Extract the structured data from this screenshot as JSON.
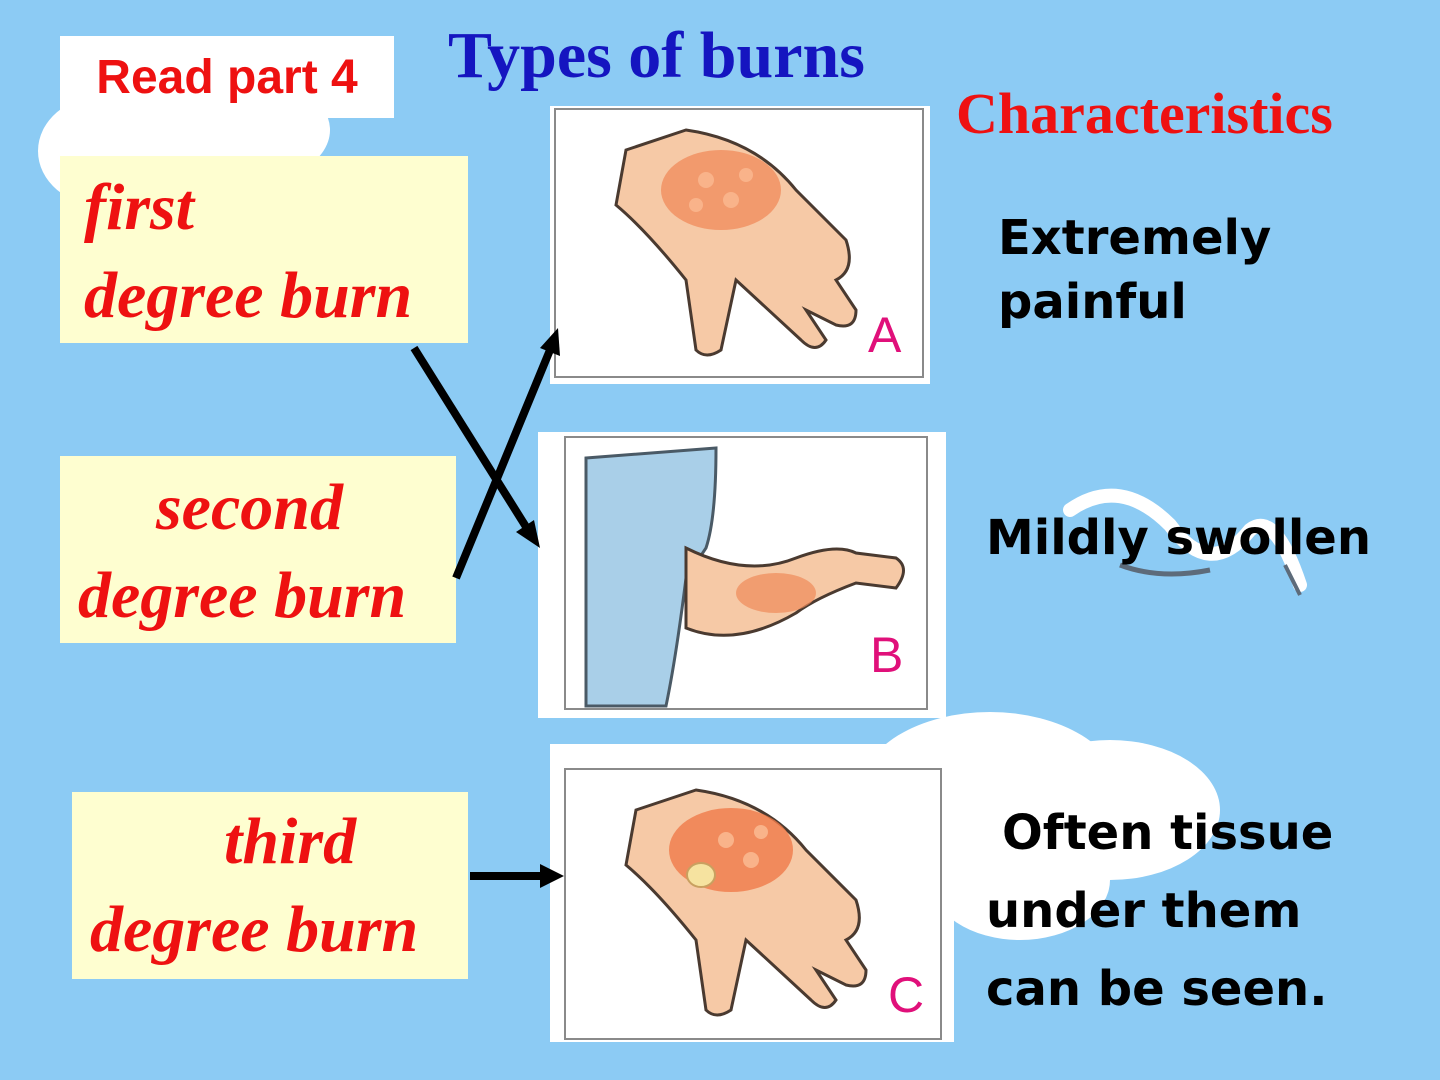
{
  "slide": {
    "badge": "Read part 4",
    "title": "Types of burns",
    "characteristics_heading": "Characteristics"
  },
  "burn_types": [
    {
      "line1": "first",
      "line2": "degree burn"
    },
    {
      "line1": "second",
      "line2": "degree burn"
    },
    {
      "line1": "third",
      "line2": "degree burn"
    }
  ],
  "pictures": [
    {
      "letter": "A",
      "depicts": "burned hand"
    },
    {
      "letter": "B",
      "depicts": "burned forearm"
    },
    {
      "letter": "C",
      "depicts": "burned hand"
    }
  ],
  "characteristics": [
    {
      "line1": "Extremely",
      "line2": "painful"
    },
    {
      "line1": "Mildly swollen"
    },
    {
      "line1": "Often tissue",
      "line2": "under them",
      "line3": "can be seen."
    }
  ],
  "colors": {
    "background": "#8ccbf4",
    "title_blue": "#1515c0",
    "accent_red": "#ee1111",
    "label_box": "#fefed0",
    "picture_letter": "#e0107a"
  }
}
